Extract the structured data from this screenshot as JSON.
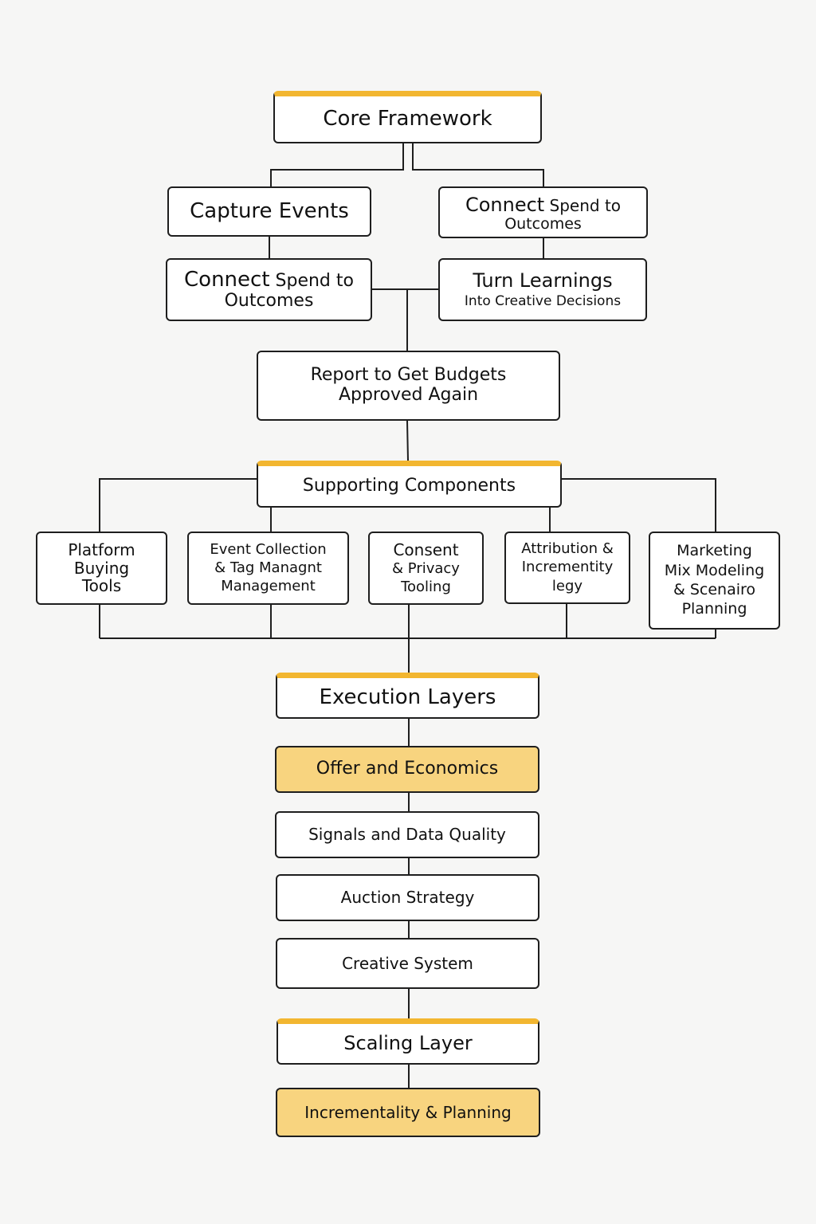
{
  "colors": {
    "background": "#f6f6f5",
    "box_border": "#1e1e1e",
    "header_accent": "#f2b630",
    "highlight_fill": "#f8d47f",
    "connector": "#1e1e1e"
  },
  "core": {
    "title": "Core Framework",
    "capture_events": "Capture Events",
    "connect_top": {
      "line1_strong": "Connect",
      "line1_rest": " Spend to",
      "line2": "Outcomes"
    },
    "connect_left": {
      "line1_strong": "Connect",
      "line1_rest": " Spend to",
      "line2": "Outcomes"
    },
    "turn_learnings": {
      "line1": "Turn Learnings",
      "line2": "Into Creative Decisions"
    },
    "report": {
      "line1_strong": "Report",
      "line1_rest": " to Get Budgets",
      "line2": "Approved Again"
    }
  },
  "supporting": {
    "title": "Supporting Components",
    "platform": [
      "Platform",
      "Buying",
      "Tools"
    ],
    "event": [
      "Event Collection",
      "& Tag Managnt",
      "Management"
    ],
    "consent": [
      "Consent",
      "& Privacy",
      "Tooling"
    ],
    "attribution": [
      "Attribution &",
      "Incrementity",
      "legy"
    ],
    "mmm": [
      "Marketing",
      "Mix Modeling",
      "& Scenairo",
      "Planning"
    ]
  },
  "execution": {
    "title": "Execution Layers",
    "offer": "Offer and Economics",
    "signals": "Signals and Data Quality",
    "auction": "Auction Strategy",
    "creative": "Creative System"
  },
  "scaling": {
    "title": "Scaling Layer",
    "incrementality": "Incrementality & Planning"
  }
}
